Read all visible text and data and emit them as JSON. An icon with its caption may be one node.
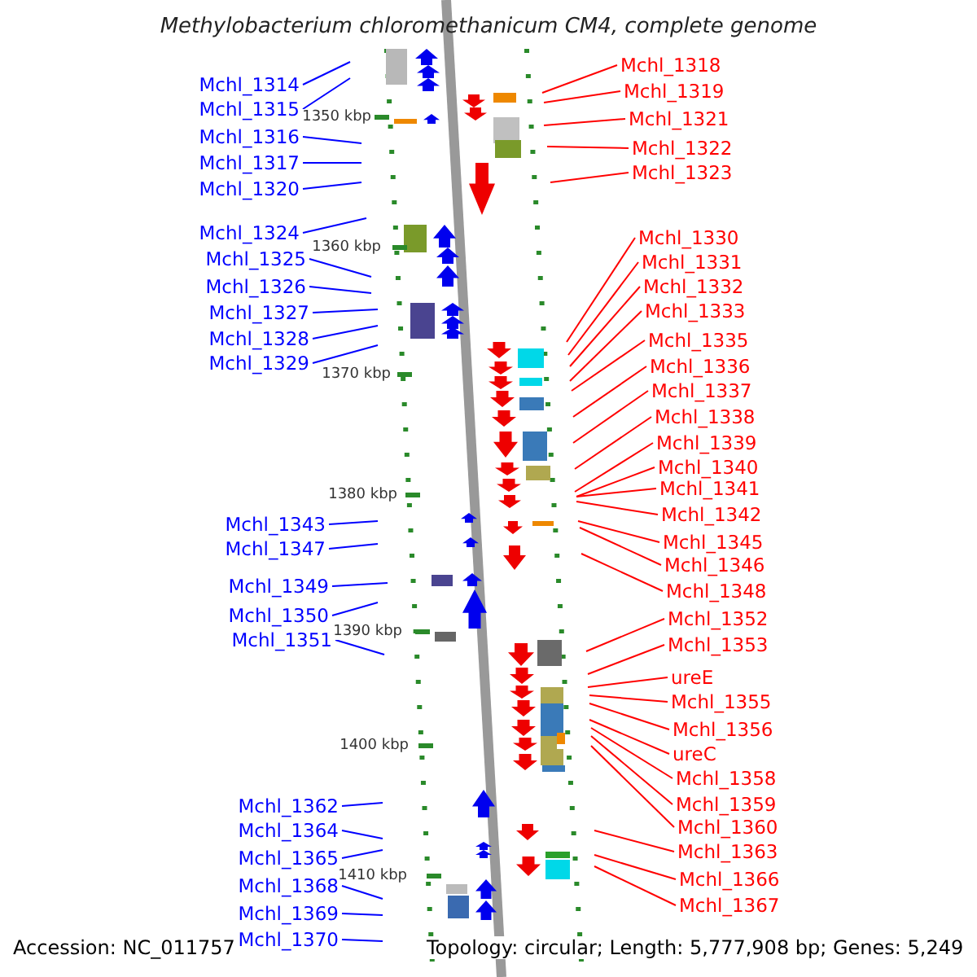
{
  "diagram": {
    "title": "Methylobacterium chloromethanicum CM4, complete genome",
    "nodes": [
      {
        "text": [
          "Mchl_1314"
        ]
      },
      {
        "text": [
          "Mchl_1315"
        ]
      },
      {
        "text": [
          "Mchl_1316"
        ]
      },
      {
        "text": [
          "Mchl_1317"
        ]
      },
      {
        "text": [
          "Mchl_1320"
        ]
      },
      {
        "text": [
          "Mchl_1324"
        ]
      },
      {
        "text": [
          "Mchl_1325"
        ]
      },
      {
        "text": [
          "Mchl_1326"
        ]
      },
      {
        "text": [
          "Mchl_1327"
        ]
      },
      {
        "text": [
          "Mchl_1328"
        ]
      },
      {
        "text": [
          "Mchl_1329"
        ]
      },
      {
        "text": [
          "Mchl_1343"
        ]
      },
      {
        "text": [
          "Mchl_1347"
        ]
      },
      {
        "text": [
          "Mchl_1349"
        ]
      },
      {
        "text": [
          "Mchl_1350"
        ]
      },
      {
        "text": [
          "Mchl_1351"
        ]
      },
      {
        "text": [
          "Mchl_1362"
        ]
      },
      {
        "text": [
          "Mchl_1364"
        ]
      },
      {
        "text": [
          "Mchl_1365"
        ]
      },
      {
        "text": [
          "Mchl_1368"
        ]
      },
      {
        "text": [
          "Mchl_1369"
        ]
      },
      {
        "text": [
          "Mchl_1370"
        ]
      },
      {
        "text": [
          "Mchl_1318"
        ]
      },
      {
        "text": [
          "Mchl_1319"
        ]
      },
      {
        "text": [
          "Mchl_1321"
        ]
      },
      {
        "text": [
          "Mchl_1322"
        ]
      },
      {
        "text": [
          "Mchl_1323"
        ]
      },
      {
        "text": [
          "Mchl_1330"
        ]
      },
      {
        "text": [
          "Mchl_1331"
        ]
      },
      {
        "text": [
          "Mchl_1332"
        ]
      },
      {
        "text": [
          "Mchl_1333"
        ]
      },
      {
        "text": [
          "Mchl_1335"
        ]
      },
      {
        "text": [
          "Mchl_1336"
        ]
      },
      {
        "text": [
          "Mchl_1337"
        ]
      },
      {
        "text": [
          "Mchl_1338"
        ]
      },
      {
        "text": [
          "Mchl_1339"
        ]
      },
      {
        "text": [
          "Mchl_1340"
        ]
      },
      {
        "text": [
          "Mchl_1341"
        ]
      },
      {
        "text": [
          "Mchl_1342"
        ]
      },
      {
        "text": [
          "Mchl_1345"
        ]
      },
      {
        "text": [
          "Mchl_1346"
        ]
      },
      {
        "text": [
          "Mchl_1348"
        ]
      },
      {
        "text": [
          "Mchl_1352"
        ]
      },
      {
        "text": [
          "Mchl_1353"
        ]
      },
      {
        "text": [
          "ureE"
        ]
      },
      {
        "text": [
          "Mchl_1355"
        ]
      },
      {
        "text": [
          "Mchl_1356"
        ]
      },
      {
        "text": [
          "ureC"
        ]
      },
      {
        "text": [
          "Mchl_1358"
        ]
      },
      {
        "text": [
          "Mchl_1359"
        ]
      },
      {
        "text": [
          "Mchl_1360"
        ]
      },
      {
        "text": [
          "Mchl_1363"
        ]
      },
      {
        "text": [
          "Mchl_1366"
        ]
      },
      {
        "text": [
          "Mchl_1367"
        ]
      }
    ],
    "edges": [
      {
        "from": 0,
        "to": null,
        "arrow": "none",
        "color": "#0000ff"
      },
      {
        "from": 1,
        "to": null,
        "arrow": "none",
        "color": "#0000ff"
      },
      {
        "from": 2,
        "to": null,
        "arrow": "none",
        "color": "#0000ff"
      },
      {
        "from": 3,
        "to": null,
        "arrow": "none",
        "color": "#0000ff"
      },
      {
        "from": 4,
        "to": null,
        "arrow": "none",
        "color": "#0000ff"
      },
      {
        "from": 5,
        "to": null,
        "arrow": "none",
        "color": "#0000ff"
      },
      {
        "from": 6,
        "to": null,
        "arrow": "none",
        "color": "#0000ff"
      },
      {
        "from": 7,
        "to": null,
        "arrow": "none",
        "color": "#0000ff"
      },
      {
        "from": 8,
        "to": null,
        "arrow": "none",
        "color": "#0000ff"
      },
      {
        "from": 9,
        "to": null,
        "arrow": "none",
        "color": "#0000ff"
      },
      {
        "from": 10,
        "to": null,
        "arrow": "none",
        "color": "#0000ff"
      },
      {
        "from": 11,
        "to": null,
        "arrow": "none",
        "color": "#0000ff"
      },
      {
        "from": 12,
        "to": null,
        "arrow": "none",
        "color": "#0000ff"
      },
      {
        "from": 13,
        "to": null,
        "arrow": "none",
        "color": "#0000ff"
      },
      {
        "from": 14,
        "to": null,
        "arrow": "none",
        "color": "#0000ff"
      },
      {
        "from": 15,
        "to": null,
        "arrow": "none",
        "color": "#0000ff"
      },
      {
        "from": 16,
        "to": null,
        "arrow": "none",
        "color": "#0000ff"
      },
      {
        "from": 17,
        "to": null,
        "arrow": "none",
        "color": "#0000ff"
      },
      {
        "from": 18,
        "to": null,
        "arrow": "none",
        "color": "#0000ff"
      },
      {
        "from": 19,
        "to": null,
        "arrow": "none",
        "color": "#0000ff"
      },
      {
        "from": 20,
        "to": null,
        "arrow": "none",
        "color": "#0000ff"
      },
      {
        "from": 21,
        "to": null,
        "arrow": "none",
        "color": "#0000ff"
      },
      {
        "from": 22,
        "to": null,
        "arrow": "none"
      },
      {
        "from": 23,
        "to": null,
        "arrow": "none"
      },
      {
        "from": 24,
        "to": null,
        "arrow": "none"
      },
      {
        "from": 25,
        "to": null,
        "arrow": "none"
      },
      {
        "from": 26,
        "to": null,
        "arrow": "none"
      },
      {
        "from": 27,
        "to": null,
        "arrow": "none"
      },
      {
        "from": 28,
        "to": null,
        "arrow": "none"
      },
      {
        "from": 29,
        "to": null,
        "arrow": "none"
      },
      {
        "from": 30,
        "to": null,
        "arrow": "none"
      },
      {
        "from": 31,
        "to": null,
        "arrow": "none"
      },
      {
        "from": 32,
        "to": null,
        "arrow": "none"
      },
      {
        "from": 33,
        "to": null,
        "arrow": "none"
      },
      {
        "from": 34,
        "to": null,
        "arrow": "none"
      },
      {
        "from": 35,
        "to": null,
        "arrow": "none"
      },
      {
        "from": 36,
        "to": null,
        "arrow": "none"
      },
      {
        "from": 37,
        "to": null,
        "arrow": "none"
      },
      {
        "from": 38,
        "to": null,
        "arrow": "none"
      },
      {
        "from": 39,
        "to": null,
        "arrow": "none"
      },
      {
        "from": 40,
        "to": null,
        "arrow": "none"
      },
      {
        "from": 41,
        "to": null,
        "arrow": "none"
      },
      {
        "from": 42,
        "to": null,
        "arrow": "none"
      },
      {
        "from": 43,
        "to": null,
        "arrow": "none"
      },
      {
        "from": 44,
        "to": null,
        "arrow": "none"
      },
      {
        "from": 45,
        "to": null,
        "arrow": "none"
      },
      {
        "from": 46,
        "to": null,
        "arrow": "none"
      },
      {
        "from": 47,
        "to": null,
        "arrow": "none"
      },
      {
        "from": 48,
        "to": null,
        "arrow": "none"
      },
      {
        "from": 49,
        "to": null,
        "arrow": "none"
      },
      {
        "from": 50,
        "to": null,
        "arrow": "none"
      },
      {
        "from": 51,
        "to": null,
        "arrow": "none"
      },
      {
        "from": 52,
        "to": null,
        "arrow": "none"
      },
      {
        "from": 53,
        "to": null,
        "arrow": "none"
      }
    ],
    "labels": [
      "1350 kbp",
      "1360 kbp",
      "1370 kbp",
      "1380 kbp",
      "1390 kbp",
      "1400 kbp",
      "1410 kbp",
      "Accession: NC_011757",
      "Topology: circular; Length: 5,777,908 bp; Genes: 5,249"
    ]
  }
}
